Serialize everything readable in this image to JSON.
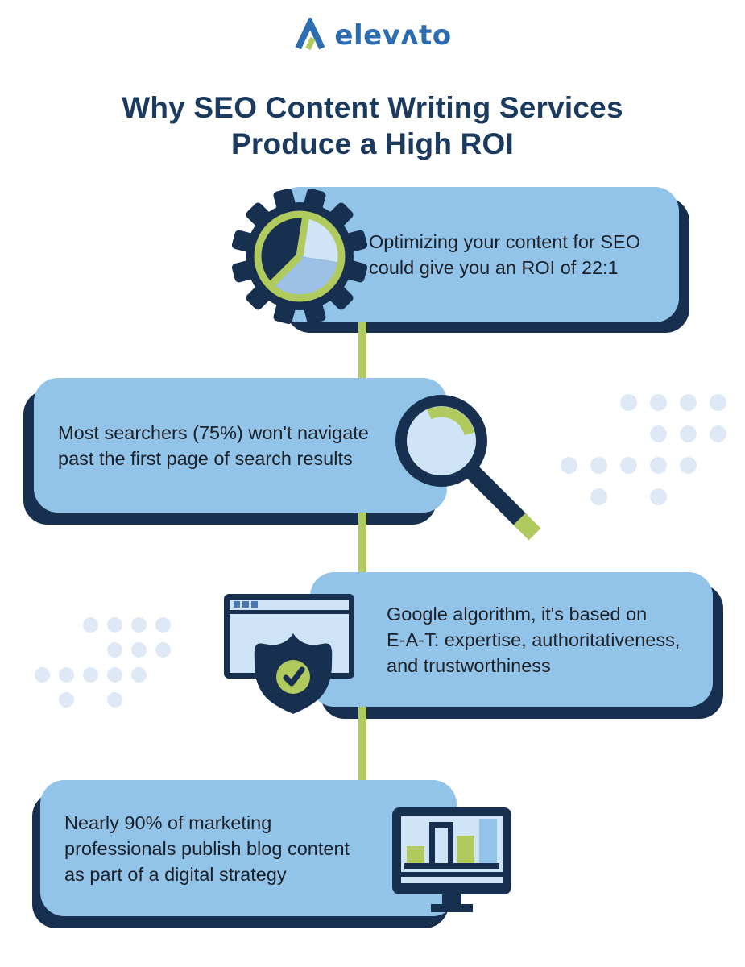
{
  "brand": {
    "logo_text": "elevʌto",
    "logo_mark_icon": "triangle-a-logo-mark"
  },
  "title": {
    "line1": "Why SEO Content Writing Services",
    "line2": "Produce a High ROI"
  },
  "cards": [
    {
      "icon": "pie-chart-gear-icon",
      "lines": [
        "Optimizing your content for SEO",
        "could give you an ROI of 22:1"
      ]
    },
    {
      "icon": "search-magnifier-icon",
      "lines": [
        "Most searchers (75%) won't navigate",
        "past the first page of search results"
      ]
    },
    {
      "icon": "secure-browser-shield-check-icon",
      "lines": [
        "Google algorithm, it's based on",
        "E-A-T: expertise, authoritativeness,",
        "and trustworthiness"
      ]
    },
    {
      "icon": "monitor-bar-chart-icon",
      "lines": [
        "Nearly 90% of marketing",
        "professionals publish blog content",
        "as part of a digital strategy"
      ]
    }
  ],
  "colors": {
    "navy": "#17304f",
    "card_blue": "#92c4ea",
    "icon_light_blue": "#cfe4f6",
    "icon_mid_blue": "#9cc0e6",
    "accent_green": "#b0ca5e",
    "dot_blue": "#dee9f5",
    "logo_blue": "#2b6db0",
    "title_navy": "#1b3a5f",
    "body_text": "#1d2127",
    "background": "#ffffff"
  }
}
